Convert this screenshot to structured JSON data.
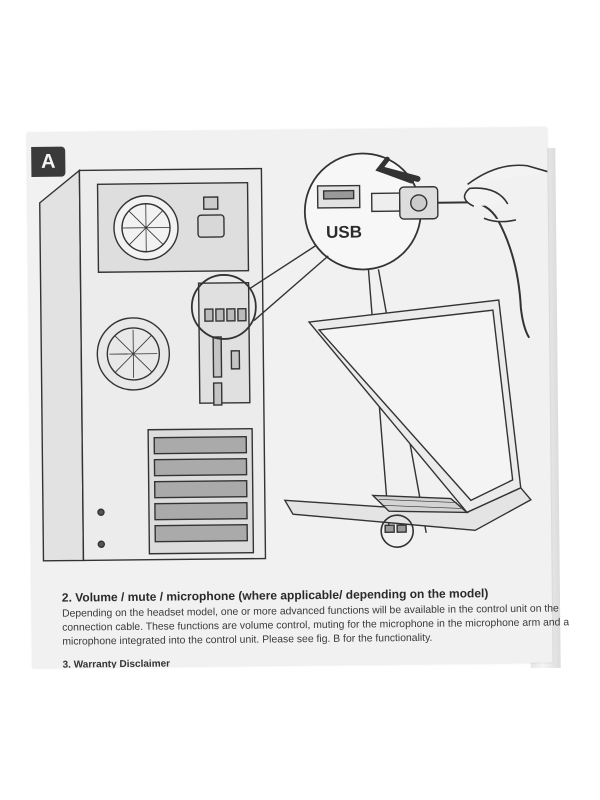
{
  "figure": {
    "label": "A",
    "usb_label": "USB"
  },
  "section": {
    "title": "2. Volume / mute / microphone (where applicable/ depending on the model)",
    "paragraph_lines": [
      "Depending on the headset model, one or more advanced functions will be available in the control unit on the",
      "connection cable. These functions are volume control, muting for the microphone in the microphone arm and a",
      "microphone integrated into the control unit. Please see fig. B for the functionality."
    ]
  },
  "next_section": {
    "title": "3. Warranty Disclaimer"
  }
}
